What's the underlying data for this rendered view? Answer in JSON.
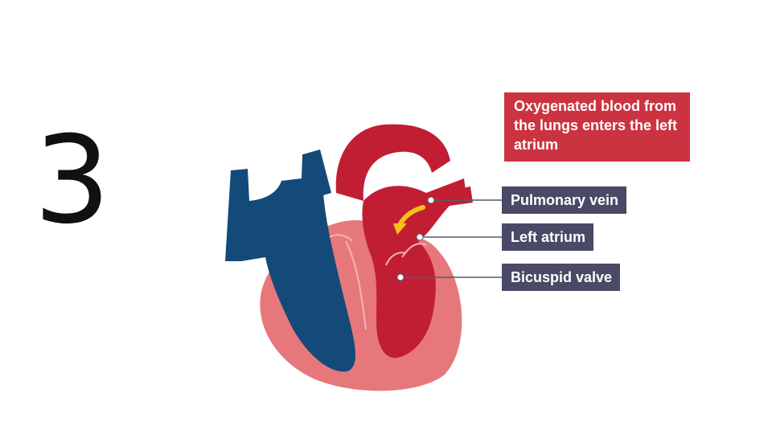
{
  "slide": {
    "number": "3"
  },
  "diagram": {
    "intro": "Oxygenated blood from the lungs enters the left atrium",
    "labels": {
      "pulmonary_vein": "Pulmonary vein",
      "left_atrium": "Left atrium",
      "bicuspid_valve": "Bicuspid valve"
    },
    "colors": {
      "oxygenated": "#c21e33",
      "deoxygenated": "#134a79",
      "heart_wall": "#e6787c",
      "flow_arrow": "#f2c318",
      "intro_box": "#cc3340",
      "label_box": "#4a4a66"
    }
  }
}
